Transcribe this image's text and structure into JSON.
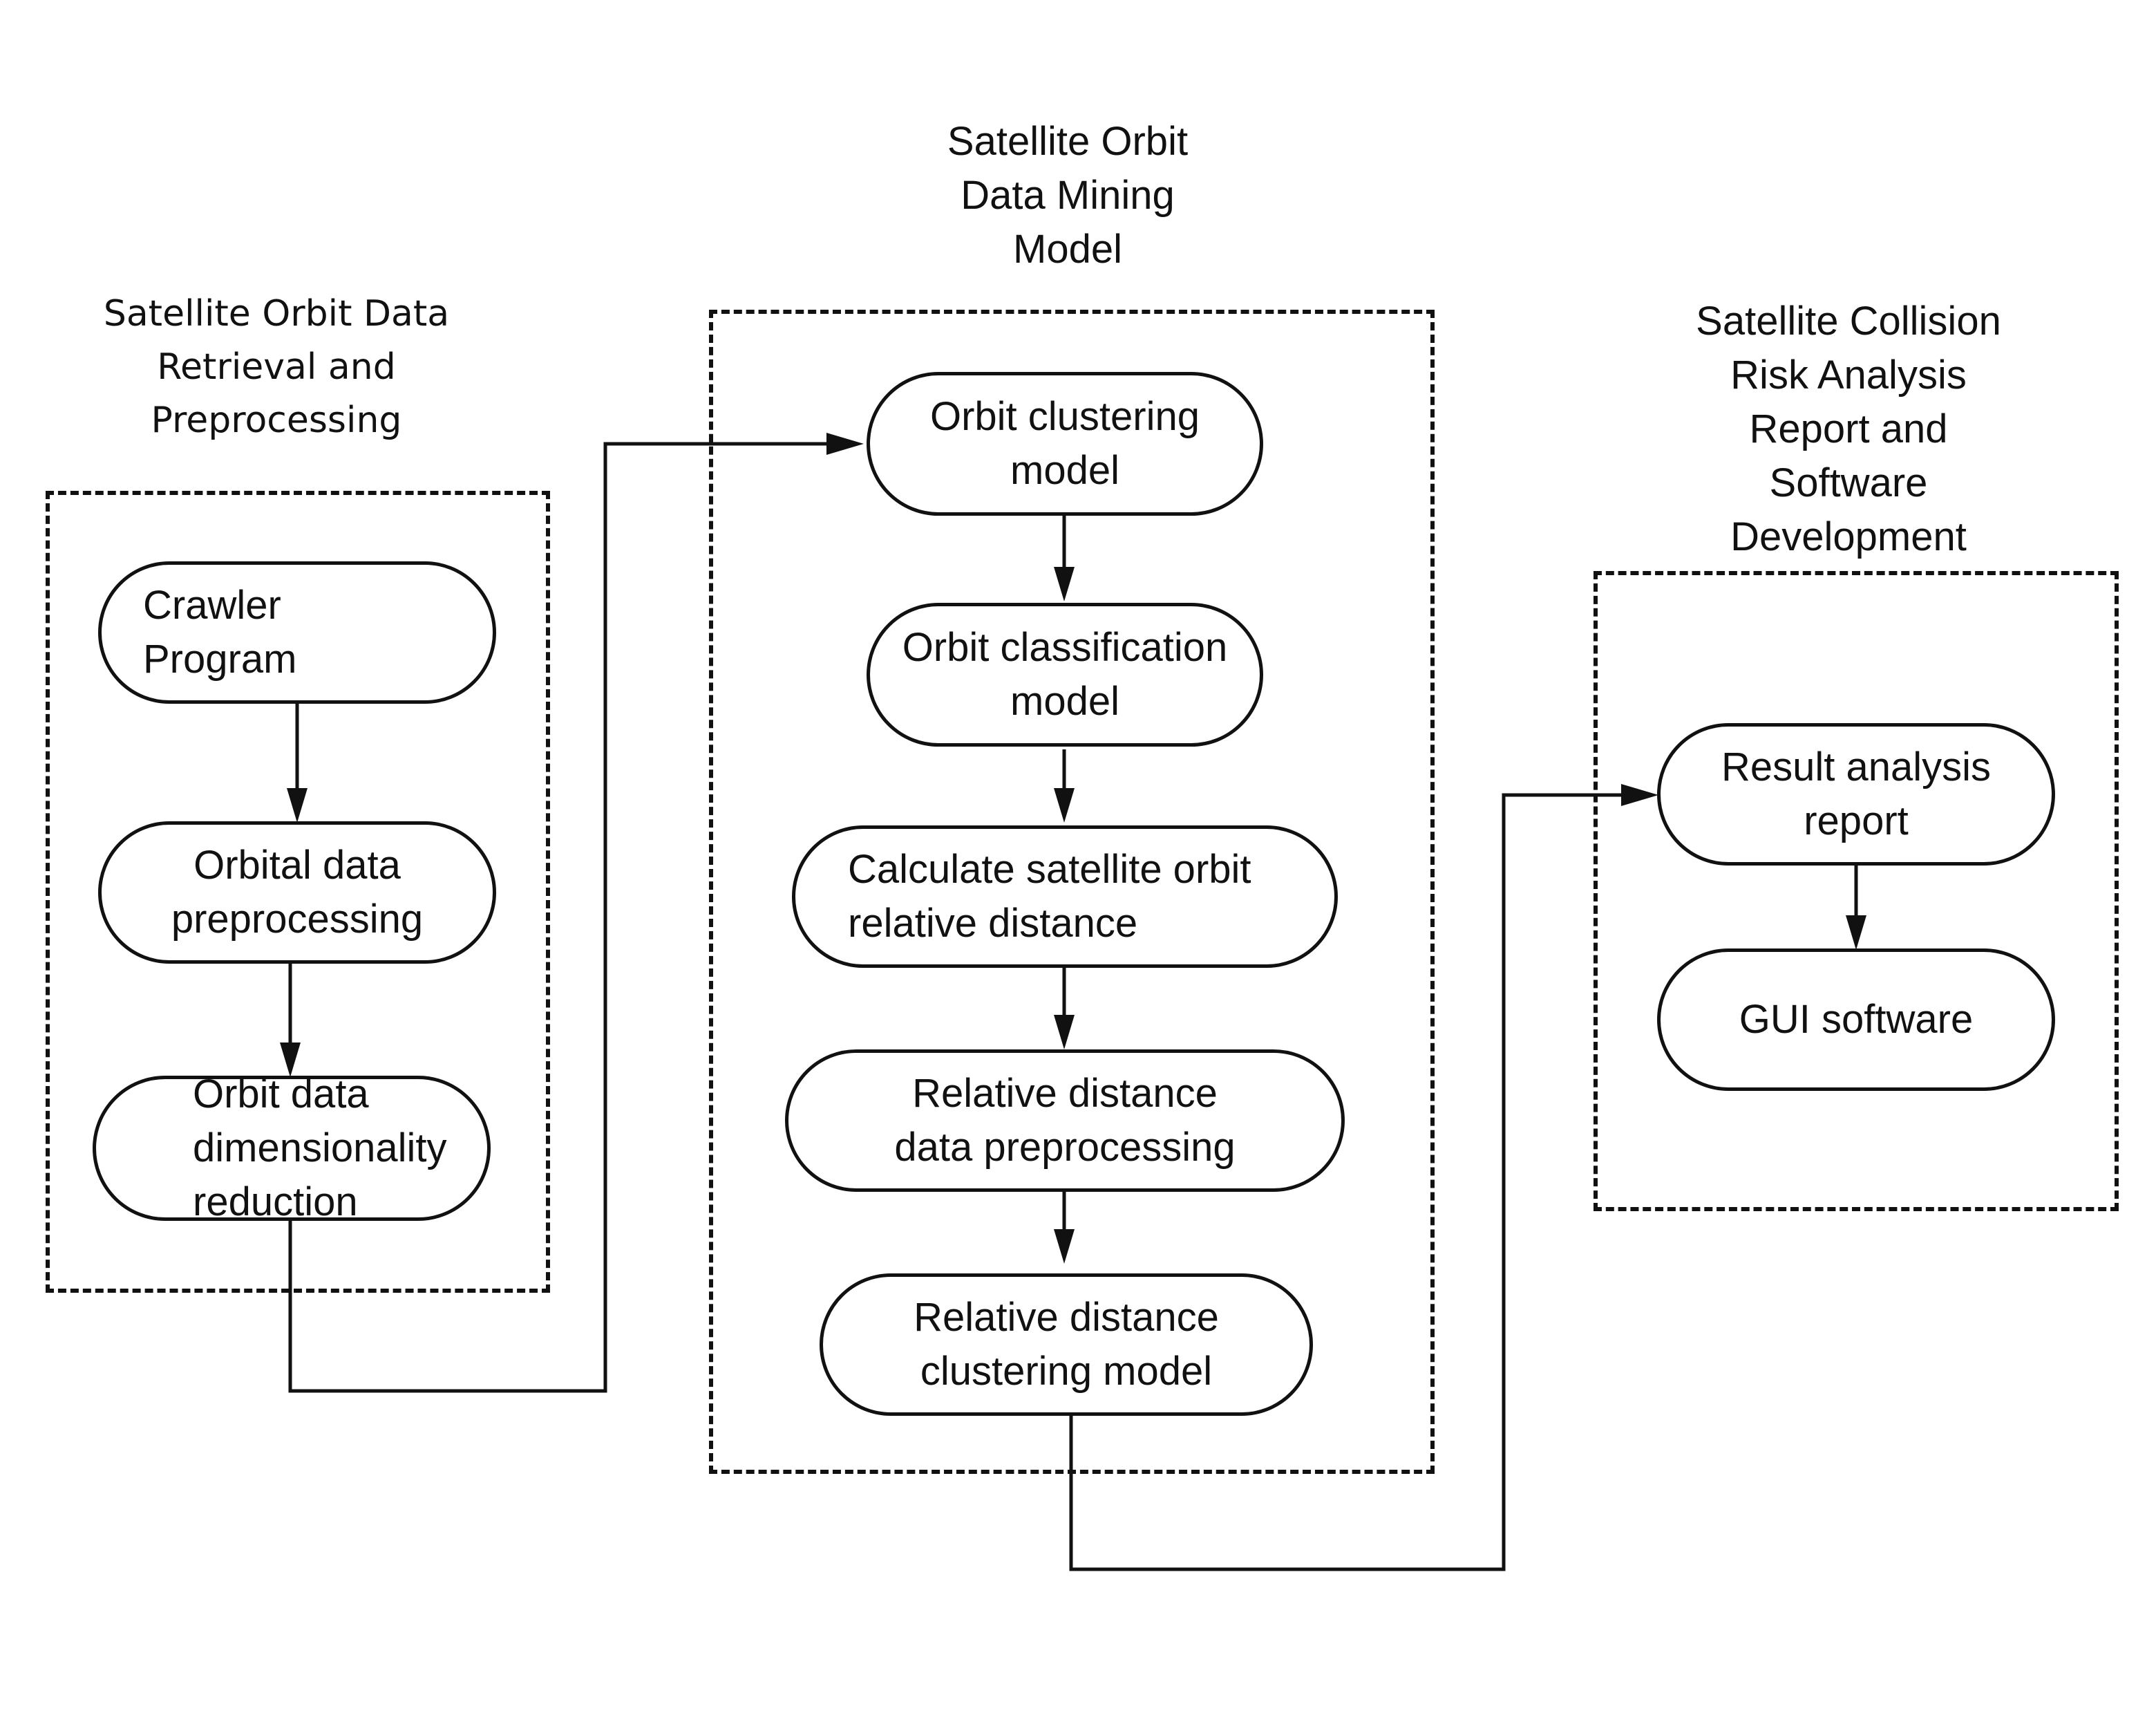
{
  "groups": {
    "retrieval": {
      "title": "Satellite Orbit Data\nRetrieval and\nPreprocessing"
    },
    "mining": {
      "title": "Satellite Orbit\nData Mining\nModel"
    },
    "report": {
      "title": "Satellite Collision\nRisk Analysis\nReport and\nSoftware\nDevelopment"
    }
  },
  "nodes": {
    "crawler": "Crawler\nProgram",
    "orbital_preprocessing": "Orbital data\npreprocessing",
    "dimensionality_reduction": "Orbit data\ndimensionality\nreduction",
    "orbit_clustering": "Orbit clustering\nmodel",
    "orbit_classification": "Orbit classification\nmodel",
    "calc_distance": "Calculate satellite orbit\nrelative distance",
    "distance_preprocessing": "Relative distance\ndata preprocessing",
    "distance_clustering": "Relative distance\nclustering model",
    "result_report": "Result analysis\nreport",
    "gui_software": "GUI software"
  },
  "colors": {
    "line": "#111111",
    "background": "#ffffff"
  }
}
